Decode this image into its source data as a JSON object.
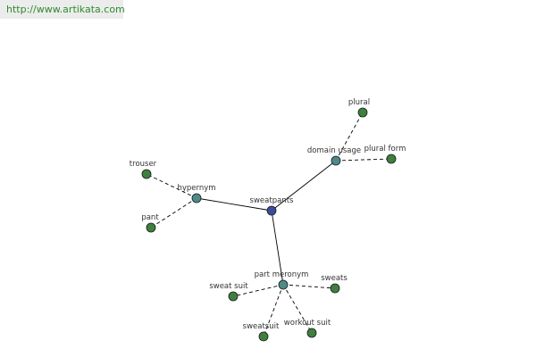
{
  "site_url": "http://www.artikata.com",
  "colors": {
    "center": "#3a4d9a",
    "relation": "#4e8a8a",
    "leaf": "#3f7f3f",
    "edge": "#000000",
    "link": "#2e8b2e"
  },
  "nodes": [
    {
      "id": "sweatpants",
      "label": "sweatpants",
      "kind": "center"
    },
    {
      "id": "hypernym",
      "label": "hypernym",
      "kind": "relation"
    },
    {
      "id": "domain-usage",
      "label": "domain usage",
      "kind": "relation"
    },
    {
      "id": "part-meronym",
      "label": "part meronym",
      "kind": "relation"
    },
    {
      "id": "trouser",
      "label": "trouser",
      "kind": "leaf"
    },
    {
      "id": "pant",
      "label": "pant",
      "kind": "leaf"
    },
    {
      "id": "plural",
      "label": "plural",
      "kind": "leaf"
    },
    {
      "id": "plural-form",
      "label": "plural form",
      "kind": "leaf"
    },
    {
      "id": "sweat-suit",
      "label": "sweat suit",
      "kind": "leaf"
    },
    {
      "id": "sweats",
      "label": "sweats",
      "kind": "leaf"
    },
    {
      "id": "sweatsuit",
      "label": "sweatsuit",
      "kind": "leaf"
    },
    {
      "id": "workout-suit",
      "label": "workout suit",
      "kind": "leaf"
    }
  ],
  "edges": [
    {
      "from": "sweatpants",
      "to": "hypernym",
      "style": "solid"
    },
    {
      "from": "sweatpants",
      "to": "domain-usage",
      "style": "solid"
    },
    {
      "from": "sweatpants",
      "to": "part-meronym",
      "style": "solid"
    },
    {
      "from": "hypernym",
      "to": "trouser",
      "style": "dashed"
    },
    {
      "from": "hypernym",
      "to": "pant",
      "style": "dashed"
    },
    {
      "from": "domain-usage",
      "to": "plural",
      "style": "dashed"
    },
    {
      "from": "domain-usage",
      "to": "plural-form",
      "style": "dashed"
    },
    {
      "from": "part-meronym",
      "to": "sweat-suit",
      "style": "dashed"
    },
    {
      "from": "part-meronym",
      "to": "sweats",
      "style": "dashed"
    },
    {
      "from": "part-meronym",
      "to": "sweatsuit",
      "style": "dashed"
    },
    {
      "from": "part-meronym",
      "to": "workout-suit",
      "style": "dashed"
    }
  ]
}
